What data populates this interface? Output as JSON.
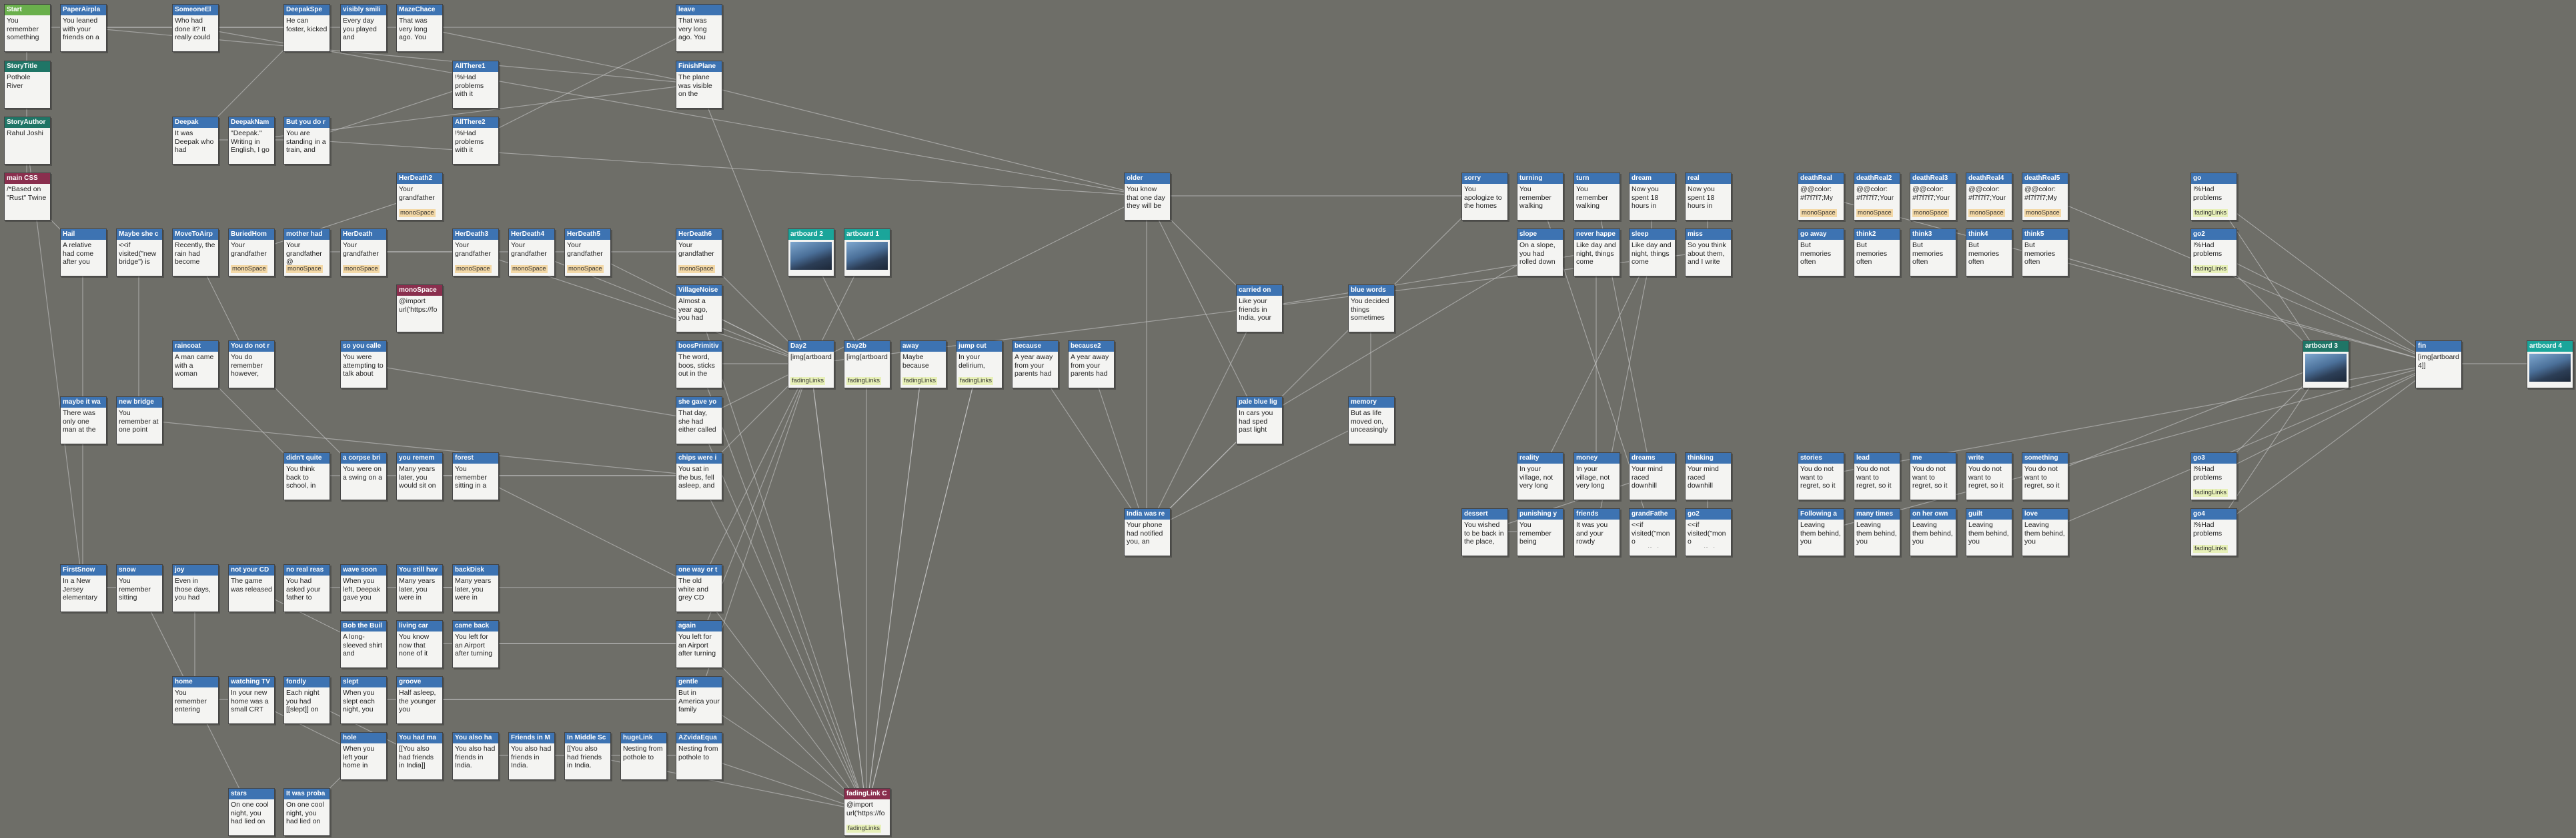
{
  "colors": {
    "canvas": "#6e6e68",
    "node_blue": "#3d73b2",
    "node_green": "#6ab04c",
    "node_teal": "#1f7566",
    "node_red": "#8a2f4e",
    "node_cyan": "#1aa59a",
    "tag_mono": "#f3d8a6",
    "tag_fade": "#e7f0b8",
    "link": "#cfcfcf"
  },
  "nodes": [
    {
      "id": "n1",
      "title": "Start",
      "color": "green",
      "body": "You remember something"
    },
    {
      "id": "n2",
      "title": "PaperAirpla",
      "body": "You leaned with your friends on a"
    },
    {
      "id": "n3",
      "title": "SomeoneEl",
      "body": "Who had done it? It really could"
    },
    {
      "id": "n4",
      "title": "DeepakSpe",
      "body": "He can foster, kicked"
    },
    {
      "id": "n5",
      "title": "visibly smili",
      "body": "Every day you played and"
    },
    {
      "id": "n6",
      "title": "MazeChace",
      "body": "That was very long ago. You"
    },
    {
      "id": "n7",
      "title": "leave",
      "body": "That was very long ago. You"
    },
    {
      "id": "n8",
      "title": "StoryTitle",
      "color": "teal",
      "body": "Pothole River"
    },
    {
      "id": "n9",
      "title": "AllThere1",
      "body": "!%Had problems with it"
    },
    {
      "id": "n10",
      "title": "FinishPlane",
      "body": "The plane was visible on the"
    },
    {
      "id": "n11",
      "title": "StoryAuthor",
      "color": "teal",
      "body": "Rahul Joshi"
    },
    {
      "id": "n12",
      "title": "Deepak",
      "body": "It was Deepak who had"
    },
    {
      "id": "n13",
      "title": "DeepakNam",
      "body": "\"Deepak.\" Writing in English, I go"
    },
    {
      "id": "n14",
      "title": "But you do r",
      "body": "You are standing in a train, and"
    },
    {
      "id": "n15",
      "title": "AllThere2",
      "body": "!%Had problems with it"
    },
    {
      "id": "n16",
      "title": "main CSS",
      "color": "red",
      "body": "/*Based on \"Rust\" Twine"
    },
    {
      "id": "n17",
      "title": "HerDeath2",
      "body": "Your grandfather",
      "tags": [
        "monoSpace"
      ]
    },
    {
      "id": "n18",
      "title": "older",
      "body": "You know that one day they will be"
    },
    {
      "id": "n19",
      "title": "sorry",
      "body": "You apologize to the homes"
    },
    {
      "id": "n20",
      "title": "turning",
      "body": "You remember walking"
    },
    {
      "id": "n21",
      "title": "turn",
      "body": "You remember walking"
    },
    {
      "id": "n22",
      "title": "dream",
      "body": "Now you spent 18 hours in"
    },
    {
      "id": "n23",
      "title": "real",
      "body": "Now you spent 18 hours in"
    },
    {
      "id": "n24",
      "title": "deathReal",
      "body": "@@color: #f7f7f7;My",
      "tags": [
        "monoSpace"
      ]
    },
    {
      "id": "n25",
      "title": "deathReal2",
      "body": "@@color: #f7f7f7;Your",
      "tags": [
        "monoSpace"
      ]
    },
    {
      "id": "n26",
      "title": "deathReal3",
      "body": "@@color: #f7f7f7;Your",
      "tags": [
        "monoSpace"
      ]
    },
    {
      "id": "n27",
      "title": "deathReal4",
      "body": "@@color: #f7f7f7;Your",
      "tags": [
        "monoSpace"
      ]
    },
    {
      "id": "n28",
      "title": "deathReal5",
      "body": "@@color: #f7f7f7;My",
      "tags": [
        "monoSpace"
      ]
    },
    {
      "id": "n29",
      "title": "go",
      "body": "!%Had problems",
      "tags": [
        "fadingLinks"
      ]
    },
    {
      "id": "n30",
      "title": "Hail",
      "body": "A relative had come after you"
    },
    {
      "id": "n31",
      "title": "Maybe she c",
      "body": "<<if visited(\"new bridge\") is"
    },
    {
      "id": "n32",
      "title": "MoveToAirp",
      "body": "Recently, the rain had become"
    },
    {
      "id": "n33",
      "title": "BuriedHom",
      "body": "Your grandfather",
      "tags": [
        "monoSpace"
      ]
    },
    {
      "id": "n34",
      "title": "mother had",
      "body": "Your grandfather@",
      "tags": [
        "monoSpace"
      ]
    },
    {
      "id": "n35",
      "title": "HerDeath",
      "body": "Your grandfather",
      "tags": [
        "monoSpace"
      ]
    },
    {
      "id": "n36",
      "title": "HerDeath3",
      "body": "Your grandfather",
      "tags": [
        "monoSpace"
      ]
    },
    {
      "id": "n37",
      "title": "HerDeath4",
      "body": "Your grandfather",
      "tags": [
        "monoSpace"
      ]
    },
    {
      "id": "n38",
      "title": "HerDeath5",
      "body": "Your grandfather",
      "tags": [
        "monoSpace"
      ]
    },
    {
      "id": "n39",
      "title": "HerDeath6",
      "body": "Your grandfather",
      "tags": [
        "monoSpace"
      ]
    },
    {
      "id": "n40",
      "title": "artboard 2",
      "color": "cyan",
      "image": true
    },
    {
      "id": "n41",
      "title": "artboard 1",
      "color": "cyan",
      "image": true
    },
    {
      "id": "n42",
      "title": "slope",
      "body": "On a slope, you had rolled down"
    },
    {
      "id": "n43",
      "title": "never happe",
      "body": "Like day and night, things come"
    },
    {
      "id": "n44",
      "title": "sleep",
      "body": "Like day and night, things come"
    },
    {
      "id": "n45",
      "title": "miss",
      "body": "So you think about them, and I write"
    },
    {
      "id": "n46",
      "title": "go away",
      "body": "But memories often"
    },
    {
      "id": "n47",
      "title": "think2",
      "body": "But memories often"
    },
    {
      "id": "n48",
      "title": "think3",
      "body": "But memories often"
    },
    {
      "id": "n49",
      "title": "think4",
      "body": "But memories often"
    },
    {
      "id": "n50",
      "title": "think5",
      "body": "But memories often"
    },
    {
      "id": "n51",
      "title": "go2",
      "body": "!%Had problems",
      "tags": [
        "fadingLinks"
      ]
    },
    {
      "id": "n52",
      "title": "monoSpace",
      "color": "red",
      "body": "@import url('https://fo"
    },
    {
      "id": "n53",
      "title": "VillageNoise",
      "body": "Almost a year ago, you had"
    },
    {
      "id": "n54",
      "title": "carried on",
      "body": "Like your friends in India, your"
    },
    {
      "id": "n55",
      "title": "blue words",
      "body": "You decided things sometimes"
    },
    {
      "id": "n56",
      "title": "raincoat",
      "body": "A man came with a woman"
    },
    {
      "id": "n57",
      "title": "You do not r",
      "body": "You do remember however,"
    },
    {
      "id": "n58",
      "title": "so you calle",
      "body": "You were attempting to talk about"
    },
    {
      "id": "n59",
      "title": "boosPrimitiv",
      "body": "The word, boos, sticks out in the"
    },
    {
      "id": "n60",
      "title": "Day2",
      "body": "[img[artboard",
      "tags": [
        "fadingLinks"
      ]
    },
    {
      "id": "n61",
      "title": "Day2b",
      "body": "[img[artboard",
      "tags": [
        "fadingLinks"
      ]
    },
    {
      "id": "n62",
      "title": "away",
      "body": "Maybe because",
      "tags": [
        "fadingLinks"
      ]
    },
    {
      "id": "n63",
      "title": "jump cut",
      "body": "In your delirium,",
      "tags": [
        "fadingLinks"
      ]
    },
    {
      "id": "n64",
      "title": "because",
      "body": "A year away from your parents had"
    },
    {
      "id": "n65",
      "title": "because2",
      "body": "A year away from your parents had"
    },
    {
      "id": "n66",
      "title": "artboard 3",
      "color": "teal",
      "image": true
    },
    {
      "id": "n67",
      "title": "fin",
      "body": "[img[artboard4]]"
    },
    {
      "id": "n68",
      "title": "artboard 4",
      "color": "cyan",
      "image": true
    },
    {
      "id": "n69",
      "title": "maybe it wa",
      "body": "There was only one man at the"
    },
    {
      "id": "n70",
      "title": "new bridge",
      "body": "You remember at one point"
    },
    {
      "id": "n71",
      "title": "she gave yo",
      "body": "That day, she had either called"
    },
    {
      "id": "n72",
      "title": "pale blue lig",
      "body": "In cars you had sped past light"
    },
    {
      "id": "n73",
      "title": "memory",
      "body": "But as life moved on, unceasingly"
    },
    {
      "id": "n74",
      "title": "didn't quite",
      "body": "You think back to school, in"
    },
    {
      "id": "n75",
      "title": "a corpse bri",
      "body": "You were on a swing on a"
    },
    {
      "id": "n76",
      "title": "you remem",
      "body": "Many years later, you would sit on"
    },
    {
      "id": "n77",
      "title": "forest",
      "body": "You remember sitting in a"
    },
    {
      "id": "n78",
      "title": "chips were i",
      "body": "You sat in the bus, fell asleep, and"
    },
    {
      "id": "n79",
      "title": "reality",
      "body": "In your village, not very long"
    },
    {
      "id": "n80",
      "title": "money",
      "body": "In your village, not very long"
    },
    {
      "id": "n81",
      "title": "dreams",
      "body": "Your mind raced downhill"
    },
    {
      "id": "n82",
      "title": "thinking",
      "body": "Your mind raced downhill"
    },
    {
      "id": "n83",
      "title": "stories",
      "body": "You do not want to regret, so it"
    },
    {
      "id": "n84",
      "title": "lead",
      "body": "You do not want to regret, so it"
    },
    {
      "id": "n85",
      "title": "me",
      "body": "You do not want to regret, so it"
    },
    {
      "id": "n86",
      "title": "write",
      "body": "You do not want to regret, so it"
    },
    {
      "id": "n87",
      "title": "something",
      "body": "You do not want to regret, so it"
    },
    {
      "id": "n88",
      "title": "go3",
      "body": "!%Had problems",
      "tags": [
        "fadingLinks"
      ]
    },
    {
      "id": "n89",
      "title": "India was re",
      "body": "Your phone had notified you, an"
    },
    {
      "id": "n90",
      "title": "dessert",
      "body": "You wished to be back in the place,"
    },
    {
      "id": "n91",
      "title": "punishing y",
      "body": "You remember being"
    },
    {
      "id": "n92",
      "title": "friends",
      "body": "It was you and your rowdy"
    },
    {
      "id": "n93",
      "title": "grandFathe",
      "body": "<<if visited(\"mono grandfather>>"
    },
    {
      "id": "n94",
      "title": "go2",
      "body": "<<if visited(\"mono grandfather>>"
    },
    {
      "id": "n95",
      "title": "Following a",
      "body": "Leaving them behind, you"
    },
    {
      "id": "n96",
      "title": "many times",
      "body": "Leaving them behind, you"
    },
    {
      "id": "n97",
      "title": "on her own",
      "body": "Leaving them behind, you"
    },
    {
      "id": "n98",
      "title": "guilt",
      "body": "Leaving them behind, you"
    },
    {
      "id": "n99",
      "title": "love",
      "body": "Leaving them behind, you"
    },
    {
      "id": "n100",
      "title": "go4",
      "body": "!%Had problems",
      "tags": [
        "fadingLinks"
      ]
    },
    {
      "id": "n101",
      "title": "FirstSnow",
      "body": "In a New Jersey elementary"
    },
    {
      "id": "n102",
      "title": "snow",
      "body": "You remember sitting"
    },
    {
      "id": "n103",
      "title": "joy",
      "body": "Even in those days, you had"
    },
    {
      "id": "n104",
      "title": "not your CD",
      "body": "The game was released"
    },
    {
      "id": "n105",
      "title": "no real reas",
      "body": "You had asked your father to"
    },
    {
      "id": "n106",
      "title": "wave soon",
      "body": "When you left, Deepak gave you"
    },
    {
      "id": "n107",
      "title": "You still hav",
      "body": "Many years later, you were in"
    },
    {
      "id": "n108",
      "title": "backDisk",
      "body": "Many years later, you were in"
    },
    {
      "id": "n109",
      "title": "one way or t",
      "body": "The old white and grey CD"
    },
    {
      "id": "n110",
      "title": "Bob the Buil",
      "body": "A long-sleeved shirt and"
    },
    {
      "id": "n111",
      "title": "living car",
      "body": "You know now that none of it"
    },
    {
      "id": "n112",
      "title": "came back",
      "body": "You left for an Airport after turning"
    },
    {
      "id": "n113",
      "title": "again",
      "body": "You left for an Airport after turning"
    },
    {
      "id": "n114",
      "title": "home",
      "body": "You remember entering"
    },
    {
      "id": "n115",
      "title": "watching TV",
      "body": "In your new home was a small CRT"
    },
    {
      "id": "n116",
      "title": "fondly",
      "body": "Each night you had [[slept]] on"
    },
    {
      "id": "n117",
      "title": "slept",
      "body": "When you slept each night, you"
    },
    {
      "id": "n118",
      "title": "groove",
      "body": "Half asleep, the younger you"
    },
    {
      "id": "n119",
      "title": "gentle",
      "body": "But in America your family"
    },
    {
      "id": "n120",
      "title": "hole",
      "body": "When you left your home in"
    },
    {
      "id": "n121",
      "title": "You had ma",
      "body": "[[You also had friends in India]]"
    },
    {
      "id": "n122",
      "title": "You also ha",
      "body": "You also had friends in India."
    },
    {
      "id": "n123",
      "title": "Friends in M",
      "body": "You also had friends in India."
    },
    {
      "id": "n124",
      "title": "In Middle Sc",
      "body": "[[You also had friends in India."
    },
    {
      "id": "n125",
      "title": "hugeLink",
      "body": "Nesting from pothole to"
    },
    {
      "id": "n126",
      "title": "AZvidaEqua",
      "body": "Nesting from pothole to"
    },
    {
      "id": "n127",
      "title": "stars",
      "body": "On one cool night, you had lied on"
    },
    {
      "id": "n128",
      "title": "It was proba",
      "body": "On one cool night, you had lied on"
    },
    {
      "id": "n129",
      "title": "fadingLink C",
      "color": "red",
      "body": "@import url('https://fo",
      "tags": [
        "fadingLinks"
      ]
    }
  ],
  "links": [
    [
      "n1",
      "n3"
    ],
    [
      "n1",
      "n8"
    ],
    [
      "n2",
      "n10"
    ],
    [
      "n2",
      "n5"
    ],
    [
      "n3",
      "n4"
    ],
    [
      "n4",
      "n12"
    ],
    [
      "n5",
      "n7"
    ],
    [
      "n6",
      "n10"
    ],
    [
      "n7",
      "n15"
    ],
    [
      "n3",
      "n18"
    ],
    [
      "n10",
      "n13"
    ],
    [
      "n9",
      "n14"
    ],
    [
      "n12",
      "n14"
    ],
    [
      "n8",
      "n11"
    ],
    [
      "n11",
      "n16"
    ],
    [
      "n16",
      "n30"
    ],
    [
      "n11",
      "n101"
    ],
    [
      "n30",
      "n69"
    ],
    [
      "n31",
      "n70"
    ],
    [
      "n32",
      "n57"
    ],
    [
      "n33",
      "n17"
    ],
    [
      "n34",
      "n36"
    ],
    [
      "n35",
      "n39"
    ],
    [
      "n14",
      "n18"
    ],
    [
      "n18",
      "n89"
    ],
    [
      "n18",
      "n54"
    ],
    [
      "n18",
      "n72"
    ],
    [
      "n18",
      "n60"
    ],
    [
      "n18",
      "n19"
    ],
    [
      "n19",
      "n55"
    ],
    [
      "n20",
      "n93"
    ],
    [
      "n21",
      "n81"
    ],
    [
      "n22",
      "n44"
    ],
    [
      "n23",
      "n45"
    ],
    [
      "n24",
      "n67"
    ],
    [
      "n29",
      "n67"
    ],
    [
      "n29",
      "n66"
    ],
    [
      "n51",
      "n67"
    ],
    [
      "n51",
      "n66"
    ],
    [
      "n88",
      "n67"
    ],
    [
      "n100",
      "n67"
    ],
    [
      "n88",
      "n66"
    ],
    [
      "n100",
      "n66"
    ],
    [
      "n67",
      "n68"
    ],
    [
      "n42",
      "n72"
    ],
    [
      "n43",
      "n54"
    ],
    [
      "n43",
      "n80"
    ],
    [
      "n44",
      "n79"
    ],
    [
      "n45",
      "n60"
    ],
    [
      "n55",
      "n89"
    ],
    [
      "n55",
      "n73"
    ],
    [
      "n73",
      "n89"
    ],
    [
      "n72",
      "n89"
    ],
    [
      "n54",
      "n89"
    ],
    [
      "n64",
      "n89"
    ],
    [
      "n65",
      "n89"
    ],
    [
      "n60",
      "n129"
    ],
    [
      "n61",
      "n129"
    ],
    [
      "n62",
      "n129"
    ],
    [
      "n63",
      "n129"
    ],
    [
      "n53",
      "n60"
    ],
    [
      "n59",
      "n60"
    ],
    [
      "n71",
      "n60"
    ],
    [
      "n78",
      "n60"
    ],
    [
      "n109",
      "n60"
    ],
    [
      "n113",
      "n60"
    ],
    [
      "n119",
      "n60"
    ],
    [
      "n129",
      "n60"
    ],
    [
      "n129",
      "n62"
    ],
    [
      "n129",
      "n63"
    ],
    [
      "n129",
      "n109"
    ],
    [
      "n129",
      "n113"
    ],
    [
      "n129",
      "n119"
    ],
    [
      "n129",
      "n78"
    ],
    [
      "n129",
      "n71"
    ],
    [
      "n129",
      "n59"
    ],
    [
      "n129",
      "n53"
    ],
    [
      "n129",
      "n124"
    ],
    [
      "n129",
      "n126"
    ],
    [
      "n70",
      "n78"
    ],
    [
      "n69",
      "n101"
    ],
    [
      "n101",
      "n102"
    ],
    [
      "n102",
      "n127"
    ],
    [
      "n103",
      "n114"
    ],
    [
      "n104",
      "n110"
    ],
    [
      "n105",
      "n106"
    ],
    [
      "n106",
      "n108"
    ],
    [
      "n107",
      "n109"
    ],
    [
      "n111",
      "n113"
    ],
    [
      "n112",
      "n113"
    ],
    [
      "n114",
      "n115"
    ],
    [
      "n115",
      "n120"
    ],
    [
      "n116",
      "n121"
    ],
    [
      "n117",
      "n119"
    ],
    [
      "n118",
      "n119"
    ],
    [
      "n120",
      "n128"
    ],
    [
      "n122",
      "n126"
    ],
    [
      "n10",
      "n18"
    ],
    [
      "n10",
      "n60"
    ],
    [
      "n40",
      "n61"
    ],
    [
      "n41",
      "n60"
    ],
    [
      "n58",
      "n71"
    ],
    [
      "n56",
      "n74"
    ],
    [
      "n57",
      "n75"
    ],
    [
      "n74",
      "n78"
    ],
    [
      "n76",
      "n78"
    ],
    [
      "n77",
      "n109"
    ],
    [
      "n81",
      "n90"
    ],
    [
      "n82",
      "n94"
    ],
    [
      "n90",
      "n91"
    ],
    [
      "n92",
      "n44"
    ],
    [
      "n83",
      "n67"
    ],
    [
      "n87",
      "n66"
    ],
    [
      "n95",
      "n67"
    ],
    [
      "n99",
      "n67"
    ],
    [
      "n28",
      "n67"
    ],
    [
      "n50",
      "n67"
    ],
    [
      "n36",
      "n60"
    ],
    [
      "n39",
      "n60"
    ],
    [
      "n37",
      "n60"
    ],
    [
      "n38",
      "n60"
    ]
  ]
}
